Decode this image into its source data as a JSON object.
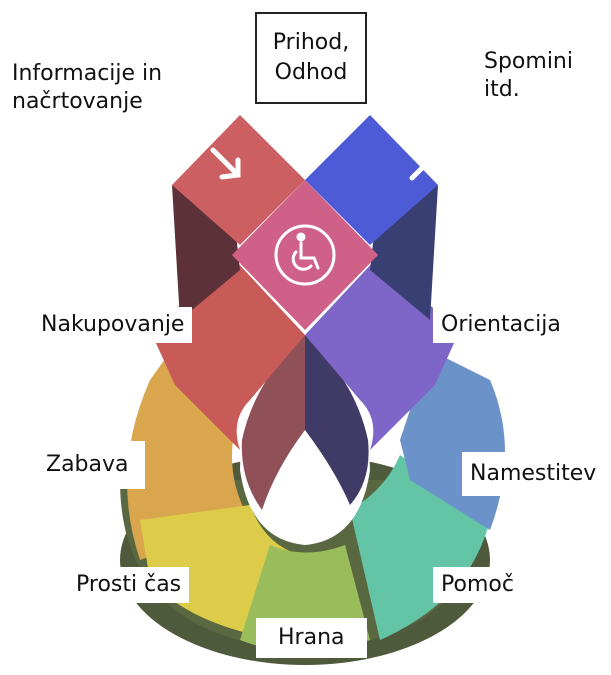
{
  "diagram": {
    "center_icon": "accessibility-wheelchair-icon",
    "arrows": [
      "arrow-down-right-icon",
      "arrow-up-right-icon"
    ],
    "colors": {
      "info_planning": "#cc5f62",
      "memories": "#4d5bd6",
      "center": "#cf6189",
      "shopping": "#c85a58",
      "orientation": "#7d66c7",
      "entertainment": "#d9a64e",
      "accommodation": "#6b93ca",
      "leisure": "#dccc4a",
      "food": "#99bd5b",
      "help": "#63c4a6"
    }
  },
  "labels": {
    "arrival_departure_line1": "Prihod,",
    "arrival_departure_line2": "Odhod",
    "info_planning_line1": "Informacije  in",
    "info_planning_line2": "načrtovanje",
    "memories_line1": "Spomini",
    "memories_line2": "itd.",
    "shopping": "Nakupovanje",
    "orientation": "Orientacija",
    "entertainment": "Zabava",
    "accommodation": "Namestitev",
    "leisure": "Prosti čas",
    "help": "Pomoč",
    "food": "Hrana"
  }
}
